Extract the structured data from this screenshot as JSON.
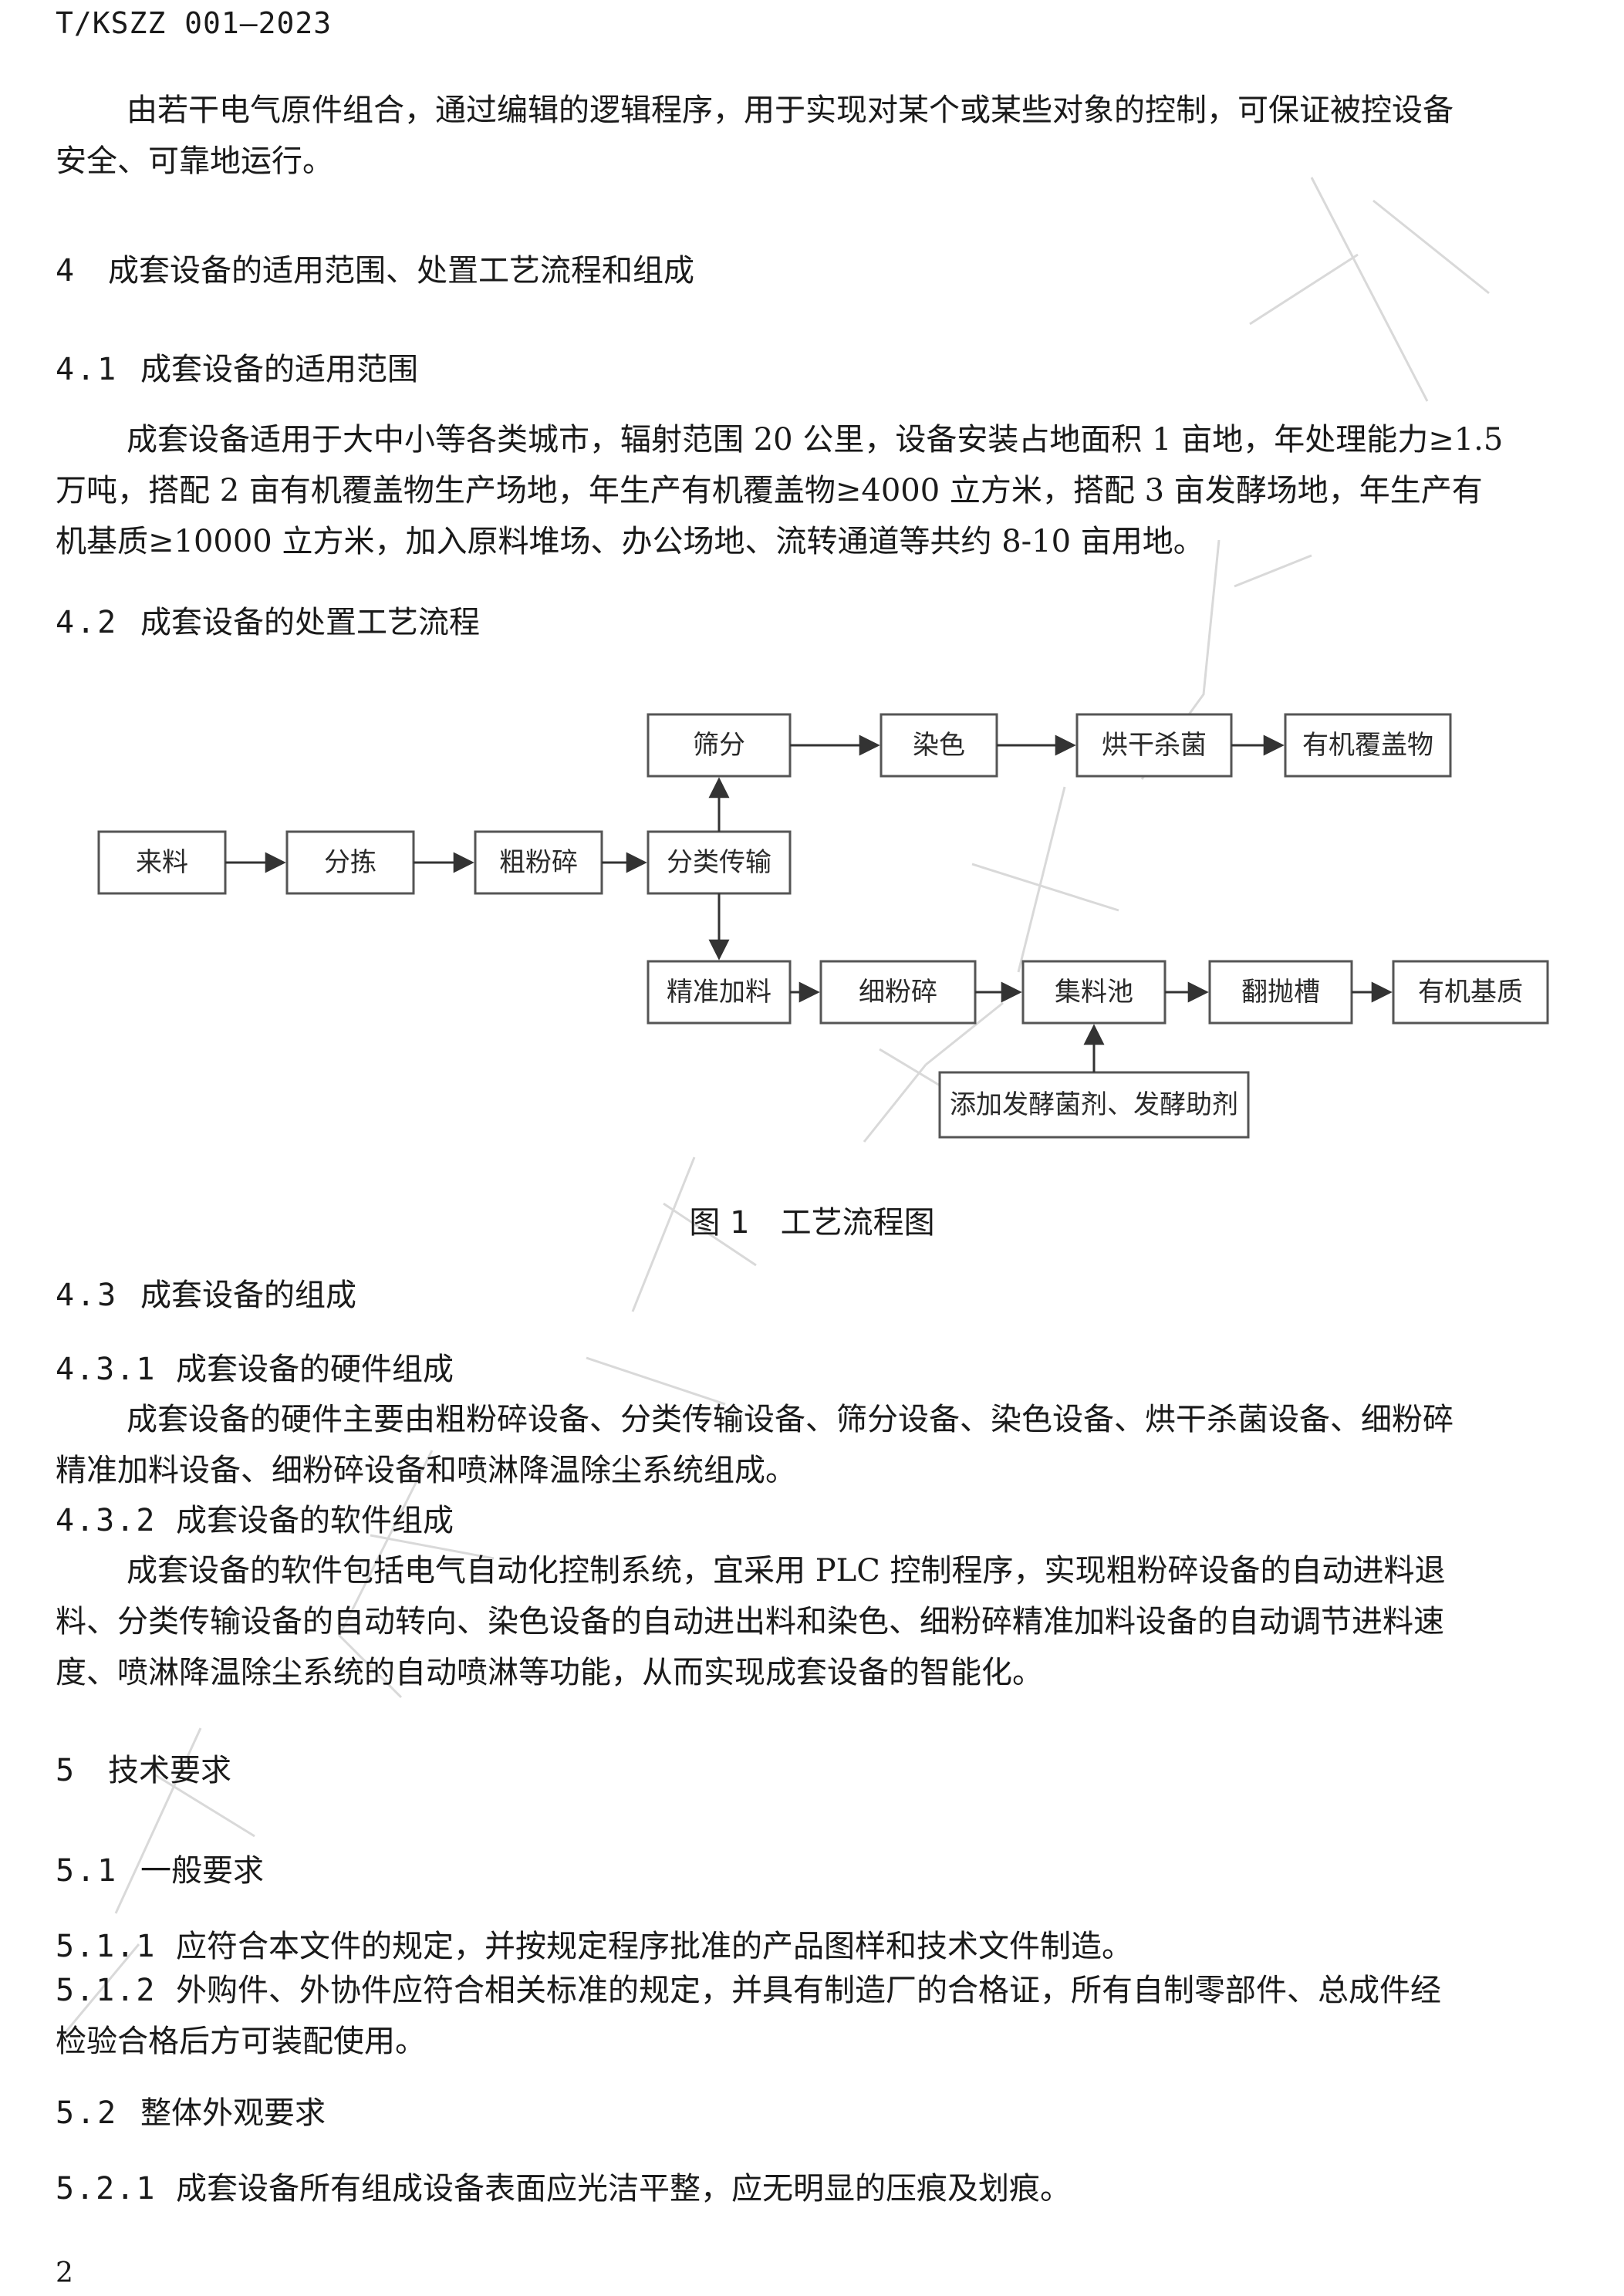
{
  "header": {
    "doc_id": "T/KSZZ 001—2023"
  },
  "intro": {
    "lines": [
      "由若干电气原件组合，通过编辑的逻辑程序，用于实现对某个或某些对象的控制，可保证被控设备",
      "安全、可靠地运行。"
    ]
  },
  "s4": {
    "num": "4",
    "title": "成套设备的适用范围、处置工艺流程和组成"
  },
  "s4_1": {
    "num": "4.1",
    "title": "成套设备的适用范围",
    "lines": [
      "成套设备适用于大中小等各类城市，辐射范围 20 公里，设备安装占地面积 1 亩地，年处理能力≥1.5",
      "万吨，搭配 2 亩有机覆盖物生产场地，年生产有机覆盖物≥4000 立方米，搭配 3 亩发酵场地，年生产有",
      "机基质≥10000 立方米，加入原料堆场、办公场地、流转通道等共约 8-10 亩用地。"
    ]
  },
  "s4_2": {
    "num": "4.2",
    "title": "成套设备的处置工艺流程"
  },
  "flow": {
    "laiLiao": "来料",
    "fenJian": "分拣",
    "cuFenSui": "粗粉碎",
    "fenLei": "分类传输",
    "shaiFen": "筛分",
    "ranSe": "染色",
    "hongGan": "烘干杀菌",
    "fuGaiWu": "有机覆盖物",
    "jingZhun": "精准加料",
    "xiFenSui": "细粉碎",
    "jiLiaoChi": "集料池",
    "fanPaoCao": "翻抛槽",
    "jiZhi": "有机基质",
    "tianJia": "添加发酵菌剂、发酵助剂"
  },
  "figure": {
    "caption": "图 1　工艺流程图"
  },
  "s4_3": {
    "num": "4.3",
    "title": "成套设备的组成"
  },
  "s4_3_1": {
    "num": "4.3.1",
    "title": "成套设备的硬件组成",
    "lines": [
      "成套设备的硬件主要由粗粉碎设备、分类传输设备、筛分设备、染色设备、烘干杀菌设备、细粉碎",
      "精准加料设备、细粉碎设备和喷淋降温除尘系统组成。"
    ]
  },
  "s4_3_2": {
    "num": "4.3.2",
    "title": "成套设备的软件组成",
    "lines": [
      "成套设备的软件包括电气自动化控制系统，宜采用 PLC 控制程序，实现粗粉碎设备的自动进料退",
      "料、分类传输设备的自动转向、染色设备的自动进出料和染色、细粉碎精准加料设备的自动调节进料速",
      "度、喷淋降温除尘系统的自动喷淋等功能，从而实现成套设备的智能化。"
    ]
  },
  "s5": {
    "num": "5",
    "title": "技术要求"
  },
  "s5_1": {
    "num": "5.1",
    "title": "一般要求"
  },
  "s5_1_1": {
    "num": "5.1.1",
    "text": "应符合本文件的规定，并按规定程序批准的产品图样和技术文件制造。"
  },
  "s5_1_2": {
    "num": "5.1.2",
    "lines": [
      "外购件、外协件应符合相关标准的规定，并具有制造厂的合格证，所有自制零部件、总成件经",
      "检验合格后方可装配使用。"
    ]
  },
  "s5_2": {
    "num": "5.2",
    "title": "整体外观要求"
  },
  "s5_2_1": {
    "num": "5.2.1",
    "text": "成套设备所有组成设备表面应光洁平整，应无明显的压痕及划痕。"
  },
  "footer": {
    "page_number": "2"
  }
}
